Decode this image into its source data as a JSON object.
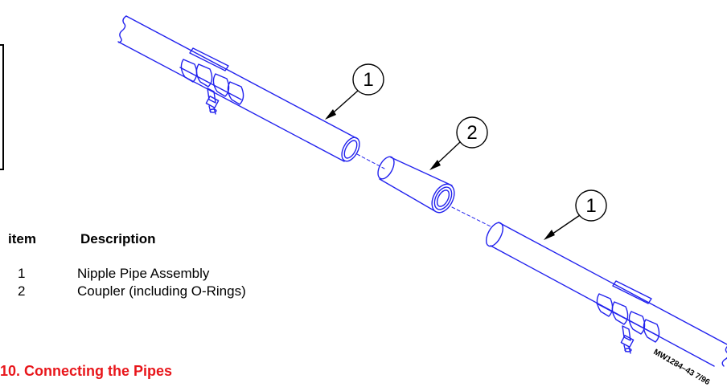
{
  "table": {
    "header_item": "item",
    "header_description": "Description",
    "rows": [
      {
        "item": "1",
        "description": "Nipple Pipe Assembly"
      },
      {
        "item": "2",
        "description": "Coupler (including O-Rings)"
      }
    ]
  },
  "section_title": "10. Connecting the Pipes",
  "callouts": [
    "1",
    "2",
    "1"
  ],
  "drawing_id": "MW1284–43 7/96",
  "colors": {
    "line": "#2222ee",
    "title": "#e8161b",
    "ink": "#000000"
  }
}
